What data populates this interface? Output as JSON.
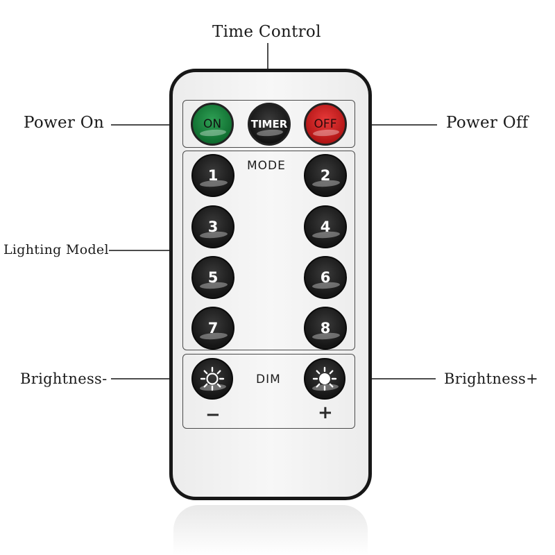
{
  "callouts": {
    "time_control": "Time Control",
    "power_on": "Power On",
    "power_off": "Power Off",
    "lighting_model": "Lighting Model",
    "brightness_minus": "Brightness-",
    "brightness_plus": "Brightness+"
  },
  "remote": {
    "top_buttons": {
      "on": "ON",
      "timer": "TIMER",
      "off": "OFF"
    },
    "mode_section": {
      "label": "MODE",
      "buttons": [
        "1",
        "2",
        "3",
        "4",
        "5",
        "6",
        "7",
        "8"
      ]
    },
    "dim_section": {
      "label": "DIM",
      "minus": "−",
      "plus": "+",
      "brightness_down_icon": "sun-outline-icon",
      "brightness_up_icon": "sun-filled-icon"
    }
  },
  "colors": {
    "on_button": "#1a8a3f",
    "timer_button": "#1a1a1a",
    "off_button": "#d42020",
    "remote_body": "#f2f2f2",
    "remote_border": "#171717"
  }
}
